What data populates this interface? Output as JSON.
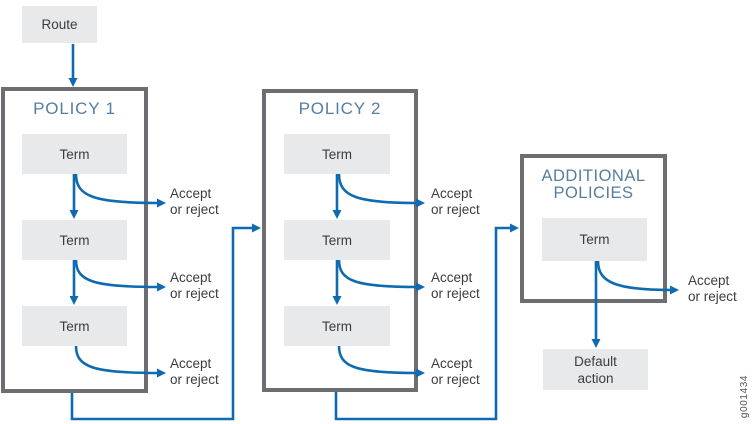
{
  "colors": {
    "arrow_blue": "#0e6bb0",
    "policy_border_gray": "#6d6e71",
    "node_fill_gray": "#e8e9ea",
    "policy_title_blue": "#567e9e",
    "label_text": "#3b3c3e",
    "figure_id_text": "#515254"
  },
  "nodes": {
    "route": "Route",
    "default_action": {
      "line1": "Default",
      "line2": "action"
    }
  },
  "policies": [
    {
      "title": "POLICY 1",
      "terms": [
        "Term",
        "Term",
        "Term"
      ]
    },
    {
      "title": "POLICY 2",
      "terms": [
        "Term",
        "Term",
        "Term"
      ]
    },
    {
      "title": "ADDITIONAL POLICIES",
      "terms": [
        "Term"
      ]
    }
  ],
  "outcome_label": {
    "line1": "Accept",
    "line2": "or reject"
  },
  "figure_id": "g001434"
}
